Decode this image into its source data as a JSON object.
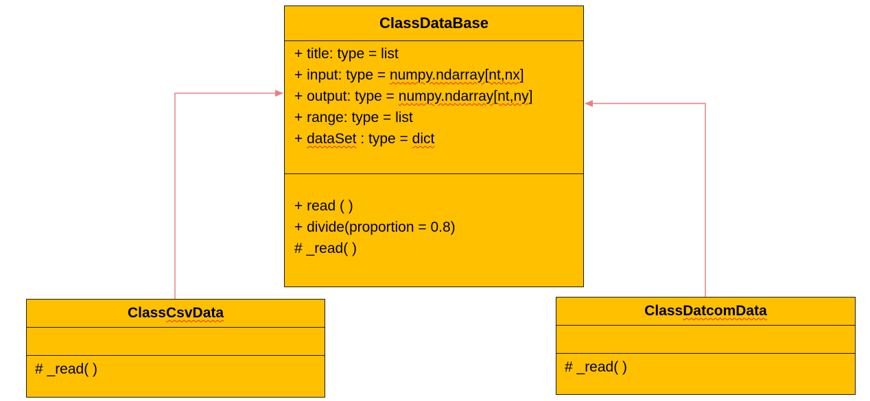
{
  "colors": {
    "class_fill": "#FFC000",
    "class_border": "#1a1a1a",
    "connector": "#E98080",
    "spellcheck_underline": "#E0301E"
  },
  "classes": {
    "database": {
      "title_prefix": "Class ",
      "title_name": "DataBase",
      "attributes": {
        "title_line": "+ title: type = list",
        "input_prefix": "+ input: type = ",
        "input_type": "numpy.ndarray[nt,nx]",
        "output_prefix": "+ output: type = ",
        "output_type": "numpy.ndarray[nt,ny]",
        "range_line": "+ range: type = list",
        "dataset_prefix": "+ ",
        "dataset_name": "dataSet",
        "dataset_mid": " : type = ",
        "dataset_type": "dict"
      },
      "methods": {
        "read": "+ read ( )",
        "divide": "+ divide(proportion = 0.8)",
        "private_read": "# _read( )"
      }
    },
    "csvdata": {
      "title_prefix": "Class ",
      "title_name": "CsvData",
      "methods": {
        "private_read": "# _read( )"
      }
    },
    "datcomdata": {
      "title_prefix": "Class ",
      "title_name": "DatcomData",
      "methods": {
        "private_read": "# _read( )"
      }
    }
  },
  "relations": [
    {
      "from": "csvdata",
      "to": "database",
      "kind": "inheritance"
    },
    {
      "from": "datcomdata",
      "to": "database",
      "kind": "inheritance"
    }
  ]
}
